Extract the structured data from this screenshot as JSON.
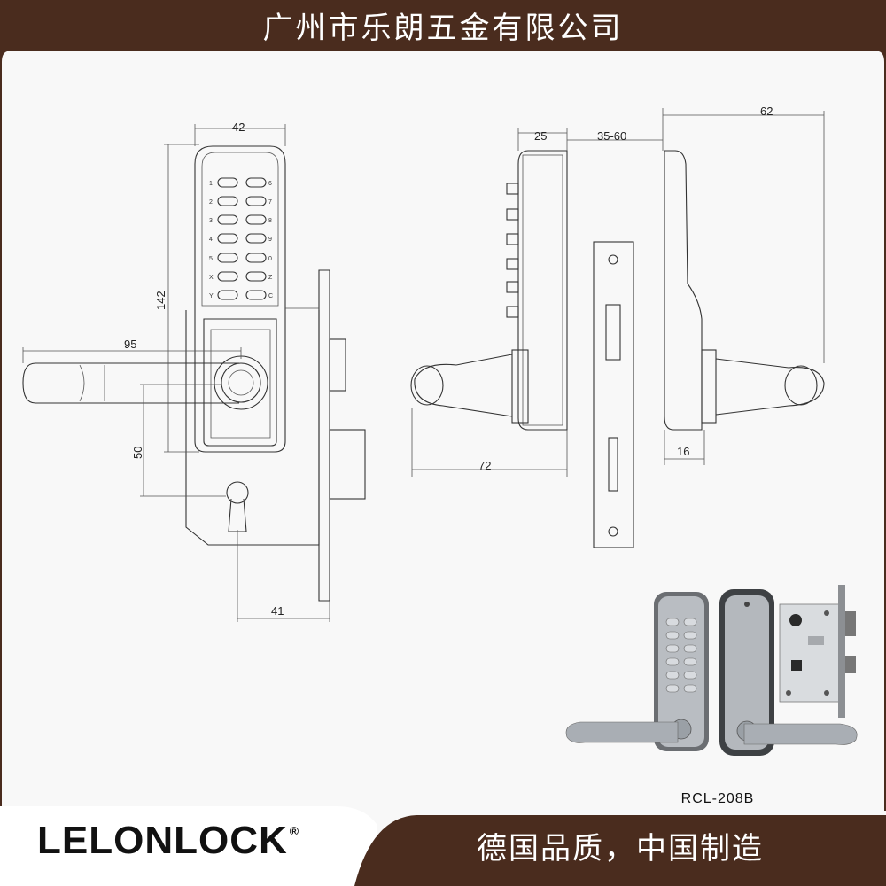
{
  "header": {
    "company": "广州市乐朗五金有限公司"
  },
  "dimensions": {
    "front_width": "42",
    "front_height": "142",
    "lever_length": "95",
    "spindle_to_key": "50",
    "backset": "41",
    "outer_depth": "25",
    "door_thickness": "35-60",
    "inner_depth": "62",
    "total_depth": "72",
    "inner_rose": "16"
  },
  "keypad": {
    "left_keys": [
      "1",
      "2",
      "3",
      "4",
      "5",
      "X",
      "Y"
    ],
    "right_keys": [
      "6",
      "7",
      "8",
      "9",
      "0",
      "Z",
      "C"
    ]
  },
  "product": {
    "model": "RCL-208B"
  },
  "footer": {
    "brand": "LELONLOCK",
    "trademark": "®",
    "slogan": "德国品质，中国制造"
  },
  "colors": {
    "banner": "#4a2c1e",
    "background": "#f8f8f8",
    "line": "#333333"
  }
}
